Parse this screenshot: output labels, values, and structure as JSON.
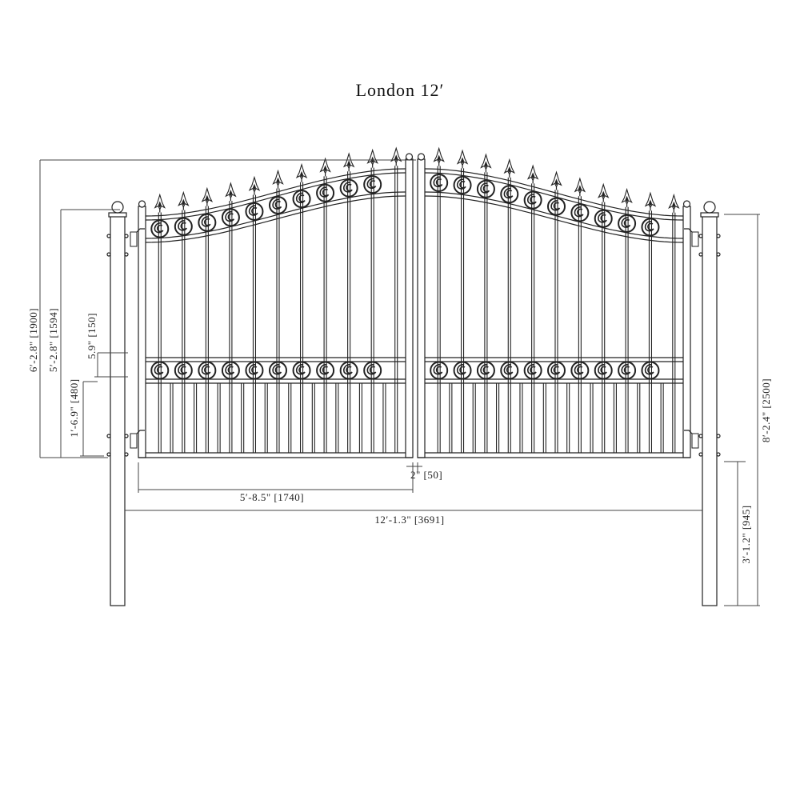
{
  "title": "London 12′",
  "colors": {
    "line": "#222222",
    "dim": "#444444",
    "background": "#ffffff"
  },
  "gate": {
    "model": "London",
    "leaves": 2,
    "spikes_per_leaf": 11,
    "top_scrolls_per_leaf": 10,
    "middle_scrolls_per_leaf": 10,
    "posts": 2,
    "hinges_per_leaf": 2,
    "icons": [
      "ball-post-cap-icon",
      "spear-finial-icon",
      "scroll-ornament-icon",
      "hinge-icon"
    ]
  },
  "dimensions": {
    "overall_gate_height": {
      "label": "6′-2.8\" [1900]",
      "imperial": "6'-2.8\"",
      "metric_mm": 1900
    },
    "end_height": {
      "label": "5′-2.8\" [1594]",
      "imperial": "5'-2.8\"",
      "metric_mm": 1594
    },
    "scroll_band": {
      "label": "5.9\" [150]",
      "imperial": "5.9\"",
      "metric_mm": 150
    },
    "lower_section": {
      "label": "1′-6.9\" [480]",
      "imperial": "1'-6.9\"",
      "metric_mm": 480
    },
    "post_height": {
      "label": "8′-2.4\" [2500]",
      "imperial": "8'-2.4\"",
      "metric_mm": 2500
    },
    "post_below_gate": {
      "label": "3′-1.2\" [945]",
      "imperial": "3'-1.2\"",
      "metric_mm": 945
    },
    "leaf_width": {
      "label": "5′-8.5\" [1740]",
      "imperial": "5'-8.5\"",
      "metric_mm": 1740
    },
    "center_gap": {
      "label": "2\" [50]",
      "imperial": "2\"",
      "metric_mm": 50
    },
    "opening_width": {
      "label": "12′-1.3\" [3691]",
      "imperial": "12'-1.3\"",
      "metric_mm": 3691
    }
  }
}
